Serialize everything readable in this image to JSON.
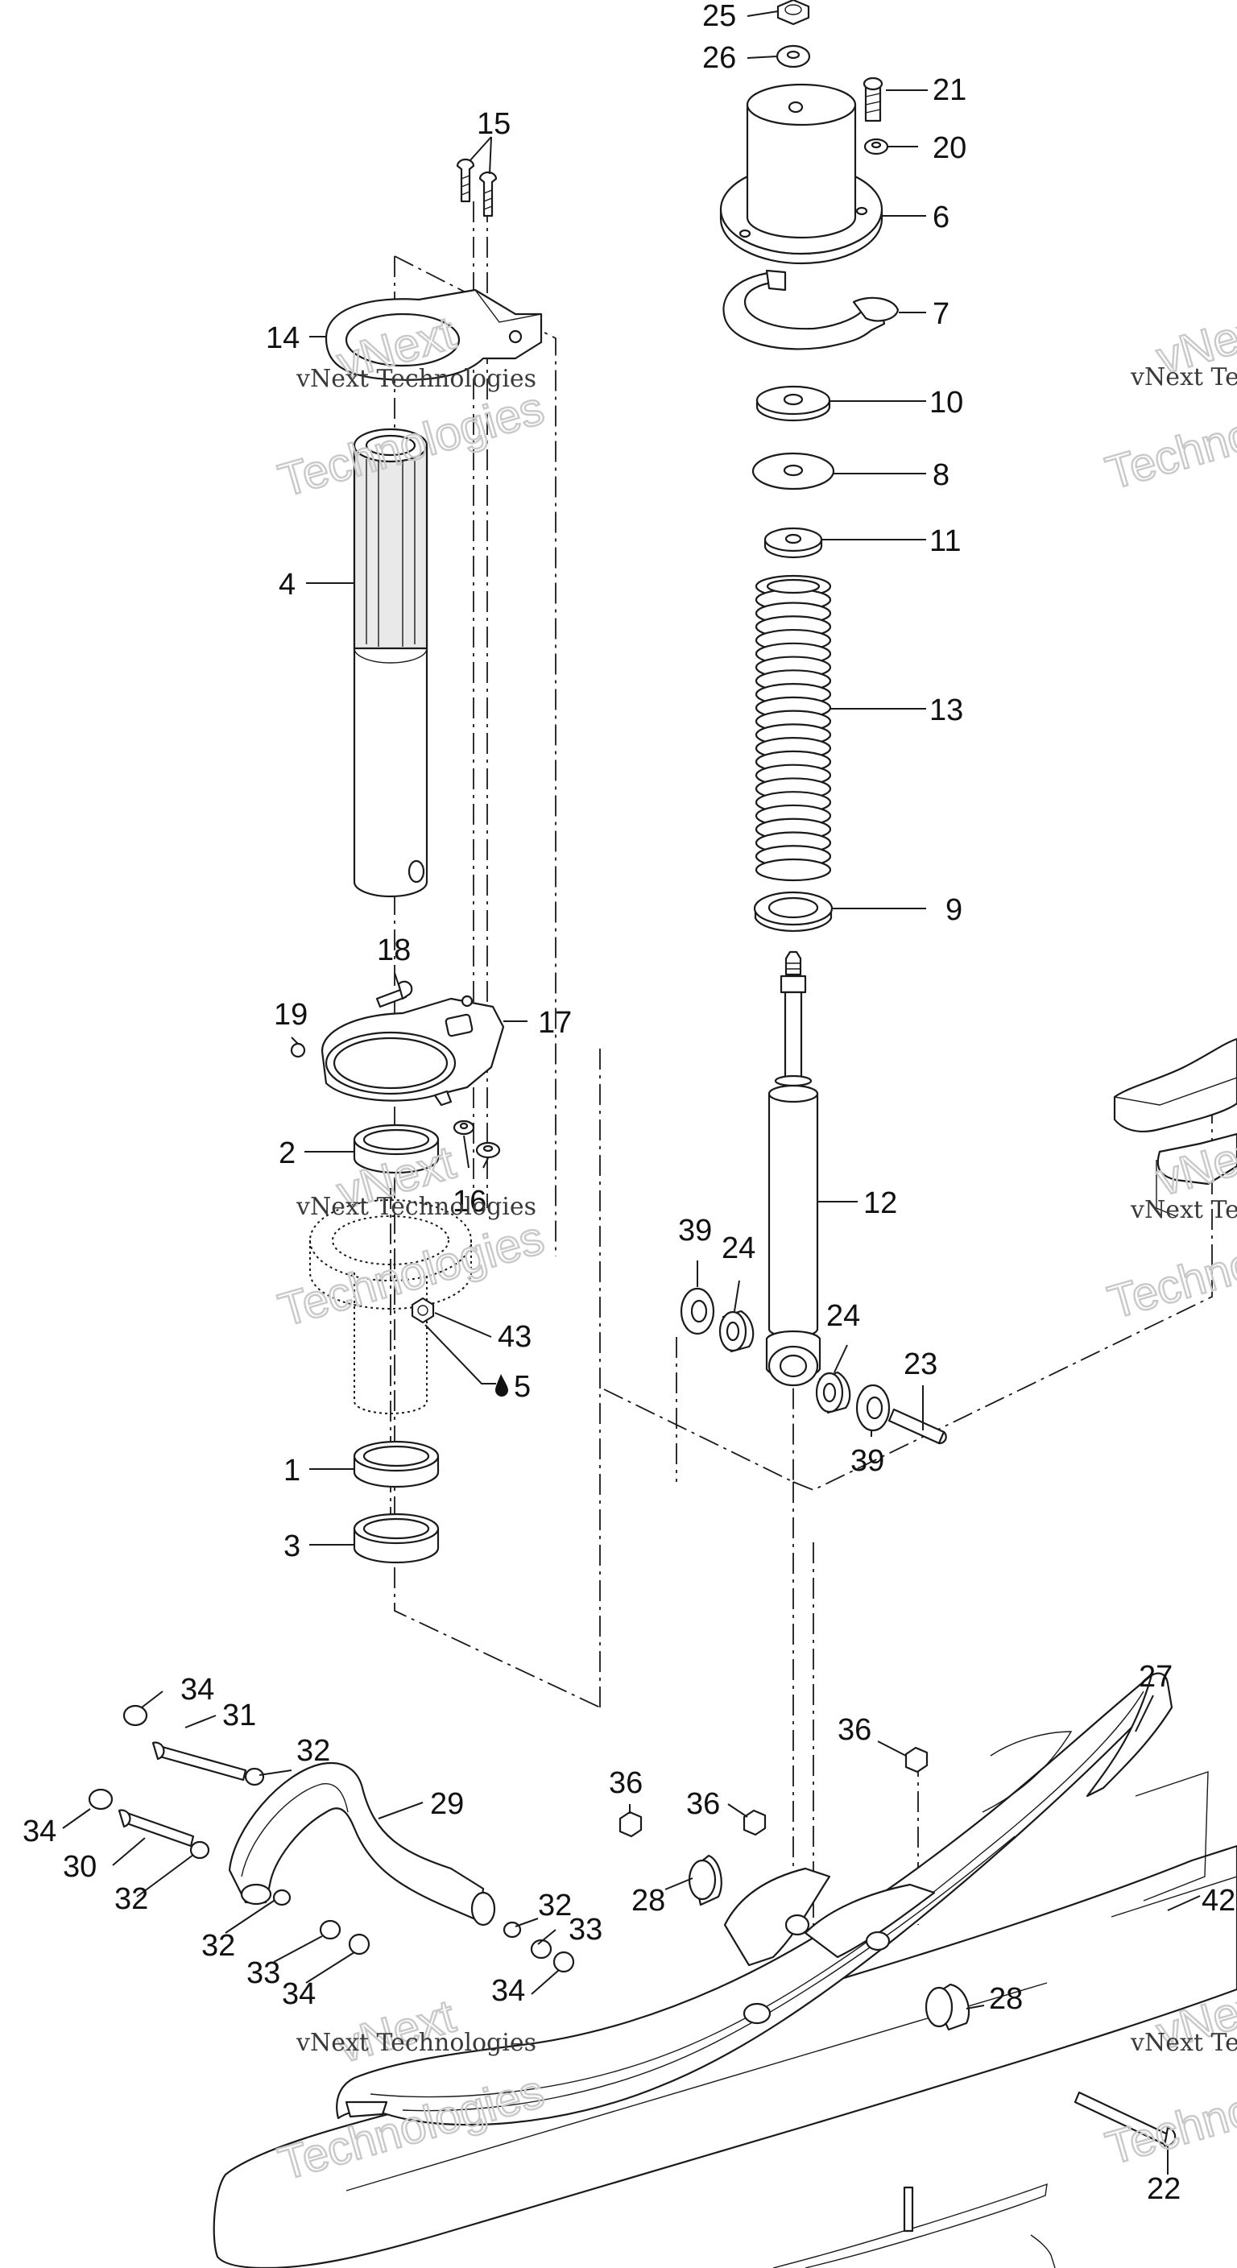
{
  "callouts": [
    "25",
    "26",
    "21",
    "20",
    "6",
    "7",
    "10",
    "8",
    "11",
    "13",
    "9",
    "12",
    "15",
    "14",
    "4",
    "18",
    "19",
    "17",
    "2",
    "16",
    "43",
    "5",
    "1",
    "3",
    "39",
    "24",
    "24",
    "23",
    "39",
    "27",
    "36",
    "36",
    "36",
    "34",
    "31",
    "32",
    "29",
    "34",
    "30",
    "32",
    "32",
    "33",
    "33",
    "34",
    "34",
    "28",
    "28",
    "42",
    "22"
  ],
  "watermarks": {
    "line1": "vNext Technologies",
    "line2": "Technologies",
    "line3": "vNext"
  },
  "colors": {
    "line": "#1a1a1a",
    "watermark": "#c9c9c9"
  }
}
